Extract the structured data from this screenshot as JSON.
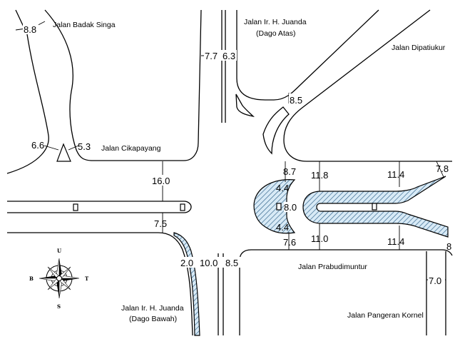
{
  "streets": {
    "badak_singa": "Jalan Badak Singa",
    "juanda_atas_1": "Jalan Ir. H. Juanda",
    "juanda_atas_2": "(Dago Atas)",
    "dipatiukur": "Jalan Dipatiukur",
    "cikapayang": "Jalan Cikapayang",
    "prabudimuntur": "Jalan Prabudimuntur",
    "juanda_bawah_1": "Jalan Ir. H. Juanda",
    "juanda_bawah_2": "(Dago Bawah)",
    "pangeran_kornel": "Jalan Pangeran Kornel"
  },
  "dimensions": {
    "badak_top": "8.8",
    "badak_left": "6.6",
    "badak_right": "5.3",
    "juanda_atas_left": "7.7",
    "juanda_atas_right": "6.3",
    "dipatiukur_slip": "8.5",
    "cikapayang_width": "16.0",
    "east_approach_left": "8.7",
    "east_mid1_top": "11.8",
    "east_mid2_top": "11.4",
    "east_far_top": "7.8",
    "island_upper": "4.4",
    "island_middle": "8.0",
    "island_lower": "4.4",
    "east_approach_bottom": "7.6",
    "east_mid1_bottom": "11.0",
    "east_mid2_bottom": "11.4",
    "east_far_bottom": "8",
    "west_median_width": "7.5",
    "juanda_bawah_left": "2.0",
    "juanda_bawah_mid": "10.0",
    "juanda_bawah_right": "8.5",
    "pangeran_kornel_width": "7.0"
  },
  "compass": {
    "north": "U",
    "south": "S",
    "west": "B",
    "east": "T"
  }
}
